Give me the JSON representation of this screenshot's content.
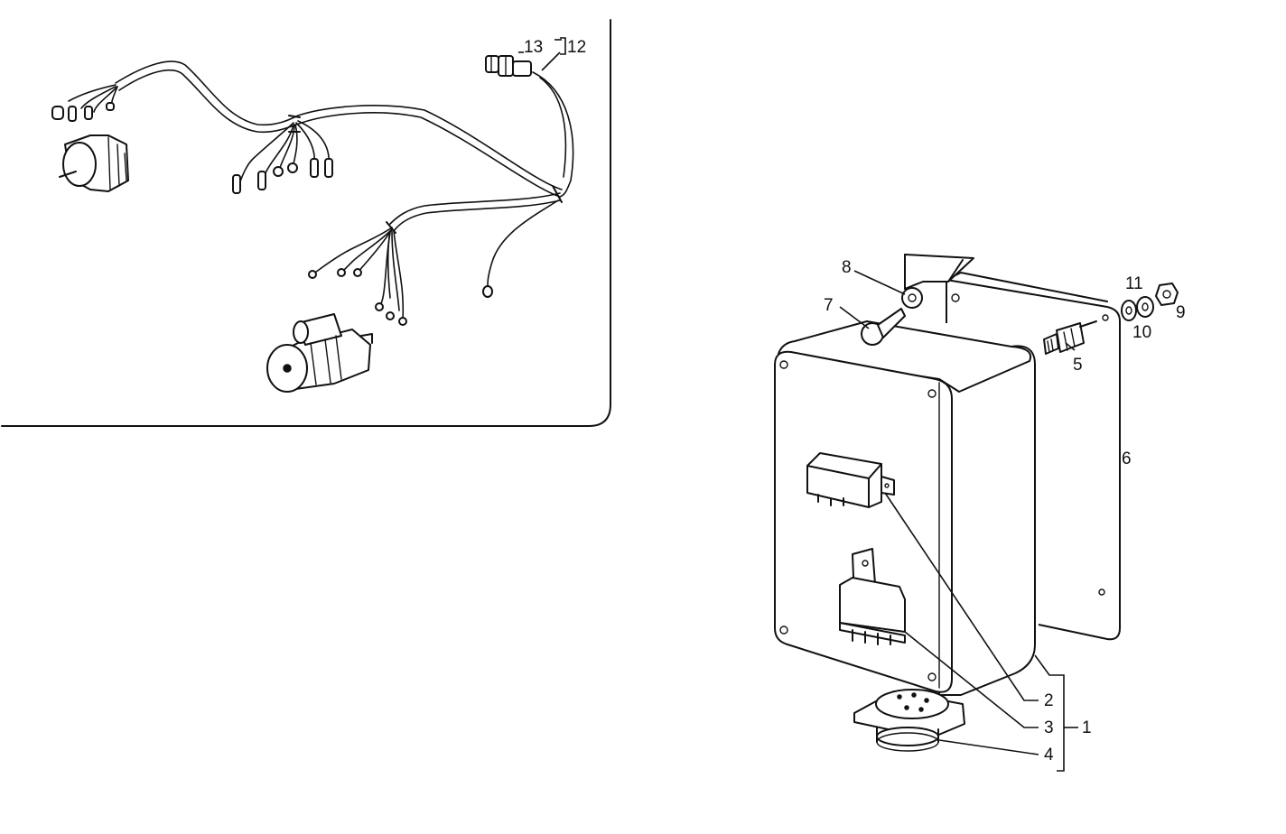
{
  "diagram": {
    "callouts": {
      "c1": "1",
      "c2": "2",
      "c3": "3",
      "c4": "4",
      "c5": "5",
      "c6": "6",
      "c7": "7",
      "c8": "8",
      "c9": "9",
      "c10": "10",
      "c11": "11",
      "c12": "12",
      "c13": "13"
    },
    "ink_color": "#111111",
    "background_color": "#ffffff"
  }
}
